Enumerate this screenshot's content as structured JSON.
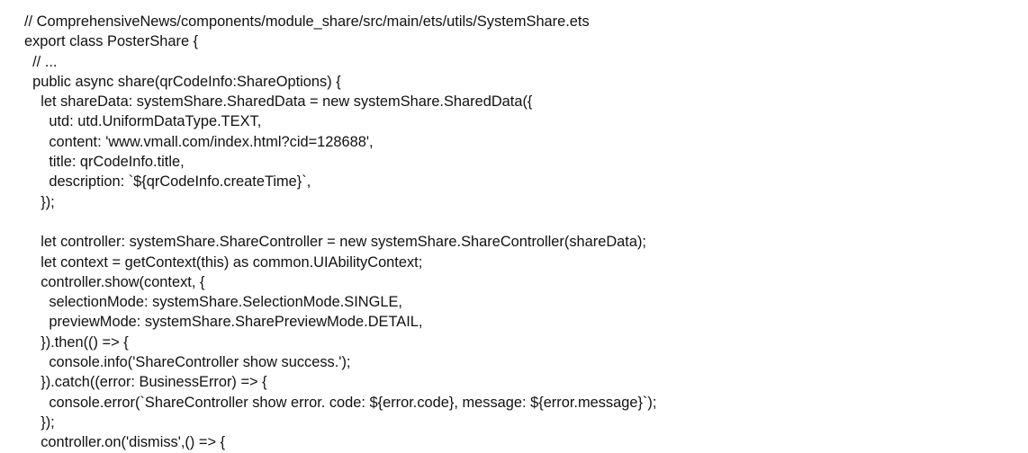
{
  "code_lines": [
    "// ComprehensiveNews/components/module_share/src/main/ets/utils/SystemShare.ets",
    "export class PosterShare {",
    "  // ...",
    "  public async share(qrCodeInfo:ShareOptions) {",
    "    let shareData: systemShare.SharedData = new systemShare.SharedData({",
    "      utd: utd.UniformDataType.TEXT,",
    "      content: 'www.vmall.com/index.html?cid=128688',",
    "      title: qrCodeInfo.title,",
    "      description: `${qrCodeInfo.createTime}`,",
    "    });",
    "",
    "    let controller: systemShare.ShareController = new systemShare.ShareController(shareData);",
    "    let context = getContext(this) as common.UIAbilityContext;",
    "    controller.show(context, {",
    "      selectionMode: systemShare.SelectionMode.SINGLE,",
    "      previewMode: systemShare.SharePreviewMode.DETAIL,",
    "    }).then(() => {",
    "      console.info('ShareController show success.');",
    "    }).catch((error: BusinessError) => {",
    "      console.error(`ShareController show error. code: ${error.code}, message: ${error.message}`);",
    "    });",
    "    controller.on('dismiss',() => {"
  ]
}
